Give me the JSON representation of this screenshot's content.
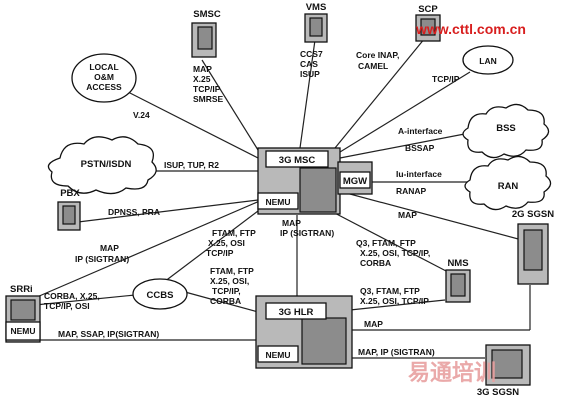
{
  "nodes": {
    "msc": "3G MSC",
    "nemu": "NEMU",
    "mgw": "MGW",
    "hlr": "3G HLR",
    "hlr_nemu": "NEMU",
    "srri": "SRRi",
    "srri_nemu": "NEMU",
    "smsc": "SMSC",
    "vms": "VMS",
    "scp": "SCP",
    "pbx": "PBX",
    "nms": "NMS",
    "sgsn2g": "2G SGSN",
    "sgsn3g": "3G SGSN",
    "local_oam": [
      "LOCAL",
      "O&M",
      "ACCESS"
    ],
    "lan": "LAN",
    "bss": "BSS",
    "ran": "RAN",
    "pstn": "PSTN/ISDN",
    "ccbs": "CCBS"
  },
  "labels": {
    "smsc": [
      "MAP",
      "X.25",
      "TCP/IP",
      "SMRSE"
    ],
    "vms": [
      "CCS7",
      "CAS",
      "ISUP"
    ],
    "scp": [
      "Core INAP,",
      "CAMEL"
    ],
    "lan": "TCP/IP",
    "local_oam": "V.24",
    "bss_if": "A-interface",
    "bss_proto": "BSSAP",
    "ran_if": "Iu-interface",
    "ran_proto": "RANAP",
    "pstn": "ISUP, TUP, R2",
    "pbx": "DPNSS, PRA",
    "sgsn2g_msc": "MAP",
    "msc_hlr": [
      "MAP",
      "IP (SIGTRAN)"
    ],
    "ccbs_msc": [
      "FTAM, FTP",
      "X.25, OSI",
      "TCP/IP"
    ],
    "srri_msc": [
      "MAP",
      "IP (SIGTRAN)"
    ],
    "nms_msc": [
      "Q3, FTAM, FTP",
      "X.25, OSI, TCP/IP,",
      "CORBA"
    ],
    "ccbs_hlr": [
      "FTAM, FTP",
      "X.25, OSI,",
      "TCP/IP,",
      "CORBA"
    ],
    "srri_ccbs": [
      "CORBA, X.25,",
      "TCP/IP, OSI"
    ],
    "nms_hlr": [
      "Q3, FTAM, FTP",
      "X.25, OSI, TCP/IP"
    ],
    "sgsn2g_hlr": "MAP",
    "srri_hlr": "MAP, SSAP, IP(SIGTRAN)",
    "sgsn3g_hlr": "MAP, IP (SIGTRAN)"
  },
  "watermark": {
    "url": "www.cttl.com.cn",
    "brand": "易通培训"
  }
}
